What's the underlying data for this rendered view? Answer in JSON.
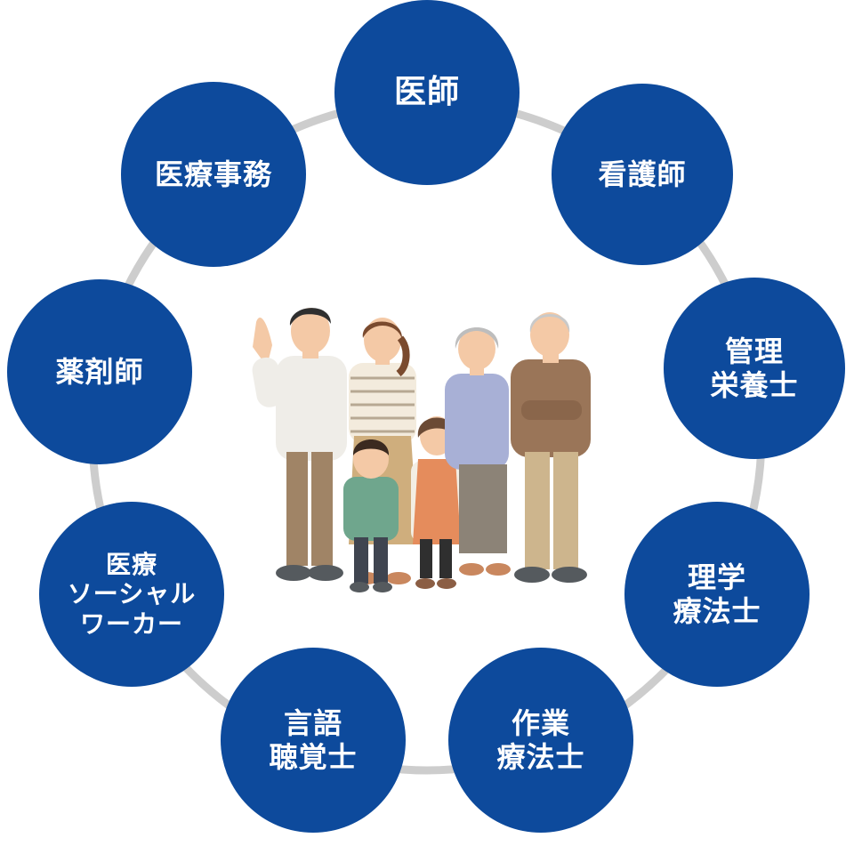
{
  "colors": {
    "node_fill": "#0D4A9C",
    "ring": "#CDCDCD",
    "label": "#FFFFFF"
  },
  "nodes": [
    {
      "id": "doctor",
      "lines": [
        "医師"
      ]
    },
    {
      "id": "nurse",
      "lines": [
        "看護師"
      ]
    },
    {
      "id": "dietitian",
      "lines": [
        "管理",
        "栄養士"
      ]
    },
    {
      "id": "physical-therapist",
      "lines": [
        "理学",
        "療法士"
      ]
    },
    {
      "id": "occupational-therapist",
      "lines": [
        "作業",
        "療法士"
      ]
    },
    {
      "id": "speech-therapist",
      "lines": [
        "言語",
        "聴覚士"
      ]
    },
    {
      "id": "medical-social-worker",
      "lines": [
        "医療",
        "ソーシャル",
        "ワーカー"
      ]
    },
    {
      "id": "pharmacist",
      "lines": [
        "薬剤師"
      ]
    },
    {
      "id": "medical-clerk",
      "lines": [
        "医療事務"
      ]
    }
  ],
  "center": {
    "icon": "family-illustration-icon"
  }
}
